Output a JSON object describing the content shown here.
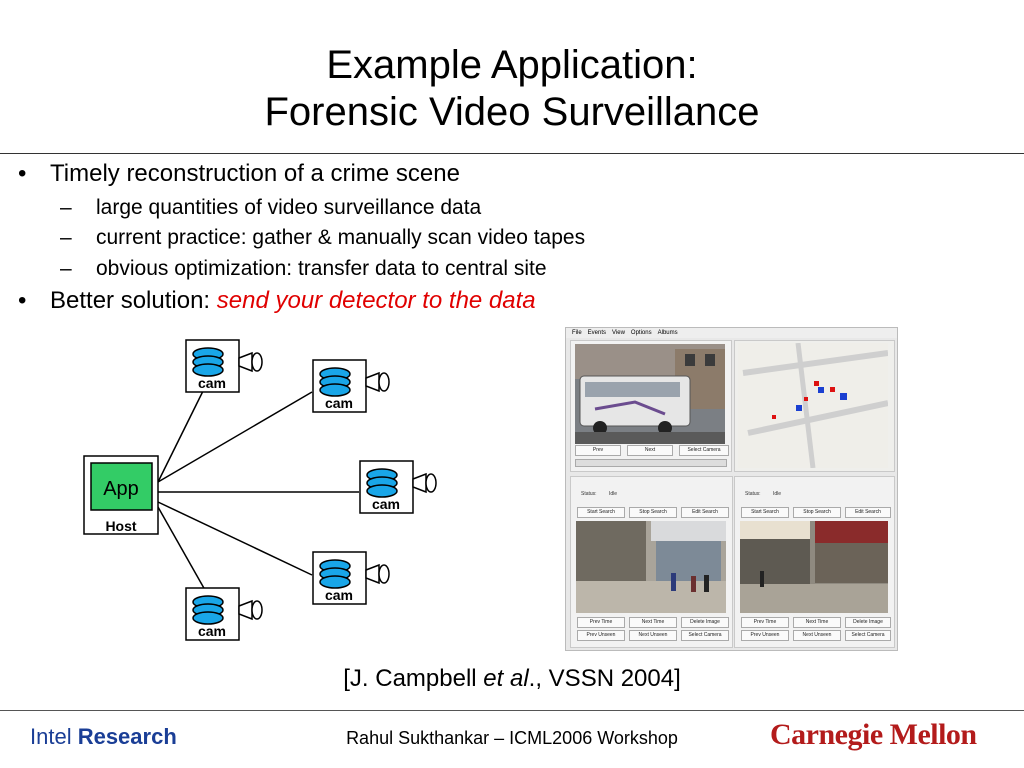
{
  "slide": {
    "title_line1": "Example Application:",
    "title_line2": "Forensic Video Surveillance"
  },
  "bullets": {
    "b1_text": "Timely reconstruction of a crime scene",
    "sub1": "large quantities of video surveillance data",
    "sub2": "current practice: gather & manually scan video tapes",
    "sub3": "obvious optimization: transfer data to central site",
    "b2_prefix": "Better solution: ",
    "b2_emphasis": "send your detector to the data",
    "bullet_glyph": "•",
    "dash_glyph": "–"
  },
  "diagram": {
    "app_label": "App",
    "host_label": "Host",
    "cam_label": "cam",
    "app_color": "#33cc66",
    "db_color": "#19a6e8"
  },
  "screenshot": {
    "menu": [
      "File",
      "Events",
      "View",
      "Options",
      "Albums"
    ],
    "top_buttons": [
      "Prev",
      "Next",
      "Select Camera"
    ],
    "left_status_label": "Status:",
    "left_status_value": "Idle",
    "search_buttons": [
      "Start Search",
      "Stop Search",
      "Edit Search"
    ],
    "nav_buttons_row1": [
      "Prev Time",
      "Next Time",
      "Delete Image"
    ],
    "nav_buttons_row2": [
      "Prev Unseen",
      "Next Unseen",
      "Select Camera"
    ]
  },
  "citation": {
    "prefix": "[J. Campbell ",
    "italic": "et al",
    "suffix": "., VSSN 2004]"
  },
  "footer": {
    "intel": "Intel ",
    "research": "Research",
    "center": "Rahul Sukthankar – ICML2006 Workshop",
    "cmu": "Carnegie Mellon"
  }
}
